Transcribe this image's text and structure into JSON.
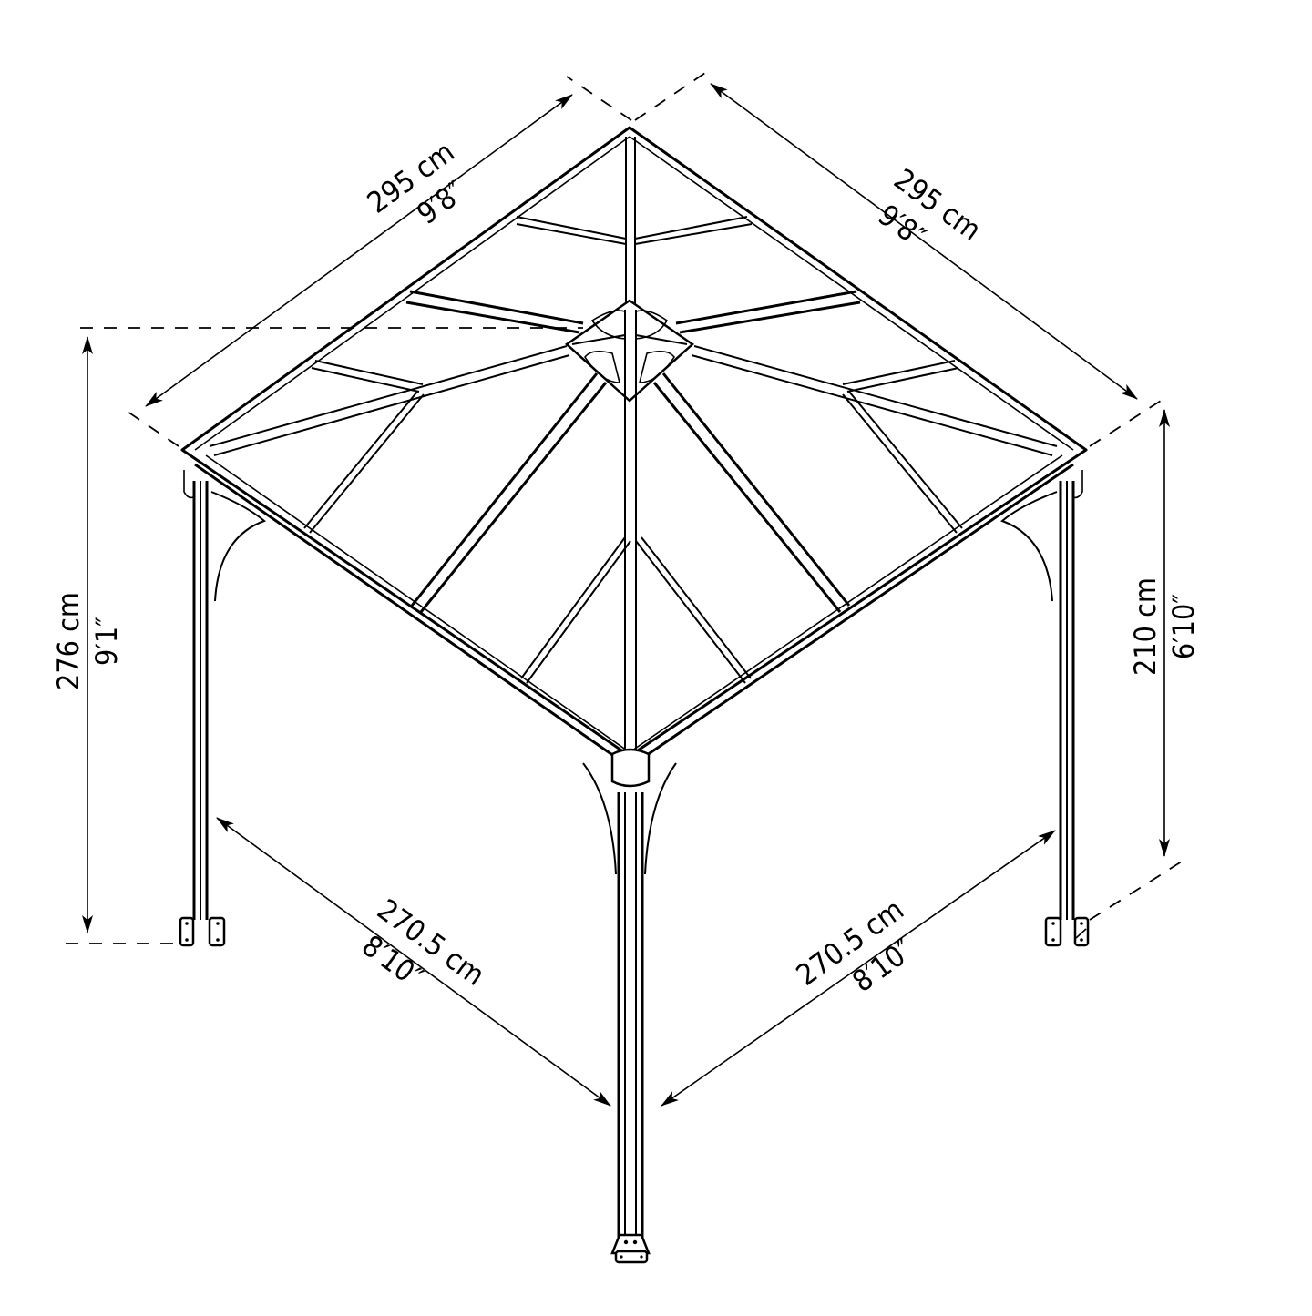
{
  "diagram": {
    "subject": "gazebo-dimension-drawing",
    "line_color": "#000000",
    "background": "#ffffff"
  },
  "dimensions": {
    "roof_left": {
      "metric": "295 cm",
      "imperial": "9′8″"
    },
    "roof_right": {
      "metric": "295 cm",
      "imperial": "9′8″"
    },
    "total_height": {
      "metric": "276 cm",
      "imperial": "9′1″"
    },
    "eave_height": {
      "metric": "210 cm",
      "imperial": "6′10″"
    },
    "base_left": {
      "metric": "270.5 cm",
      "imperial": "8′10″"
    },
    "base_right": {
      "metric": "270.5 cm",
      "imperial": "8′10″"
    }
  }
}
